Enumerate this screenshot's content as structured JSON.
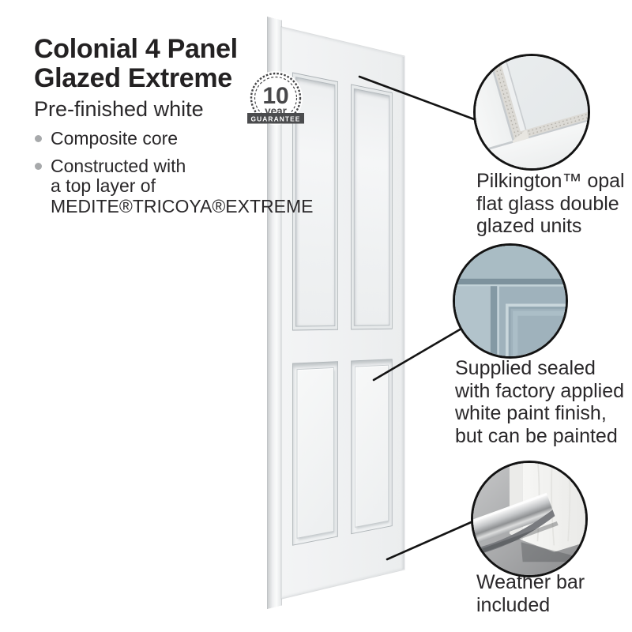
{
  "header": {
    "title_line1": "Colonial 4 Panel",
    "title_line2": "Glazed Extreme",
    "subtitle": "Pre-finished white"
  },
  "features": {
    "items": [
      {
        "text": "Composite core"
      },
      {
        "text": "Constructed with\na top layer of\nMEDITE®TRICOYA®EXTREME"
      }
    ]
  },
  "badge": {
    "value": "10",
    "unit": "year",
    "label": "GUARANTEE"
  },
  "callouts": [
    {
      "id": "glazing",
      "caption": "Pilkington™ opal\nflat glass double\nglazed units"
    },
    {
      "id": "paint-finish",
      "caption": "Supplied sealed\nwith factory applied\nwhite paint finish,\nbut can be painted"
    },
    {
      "id": "weather-bar",
      "caption": "Weather bar\nincluded"
    }
  ],
  "colors": {
    "text": "#262425",
    "callout_line": "#141414",
    "badge_band": "#4b4c4e",
    "door_white": "#f2f3f4",
    "panel_detail_blue": "#a6b9c3",
    "metal_gray": "#9fa1a3"
  }
}
